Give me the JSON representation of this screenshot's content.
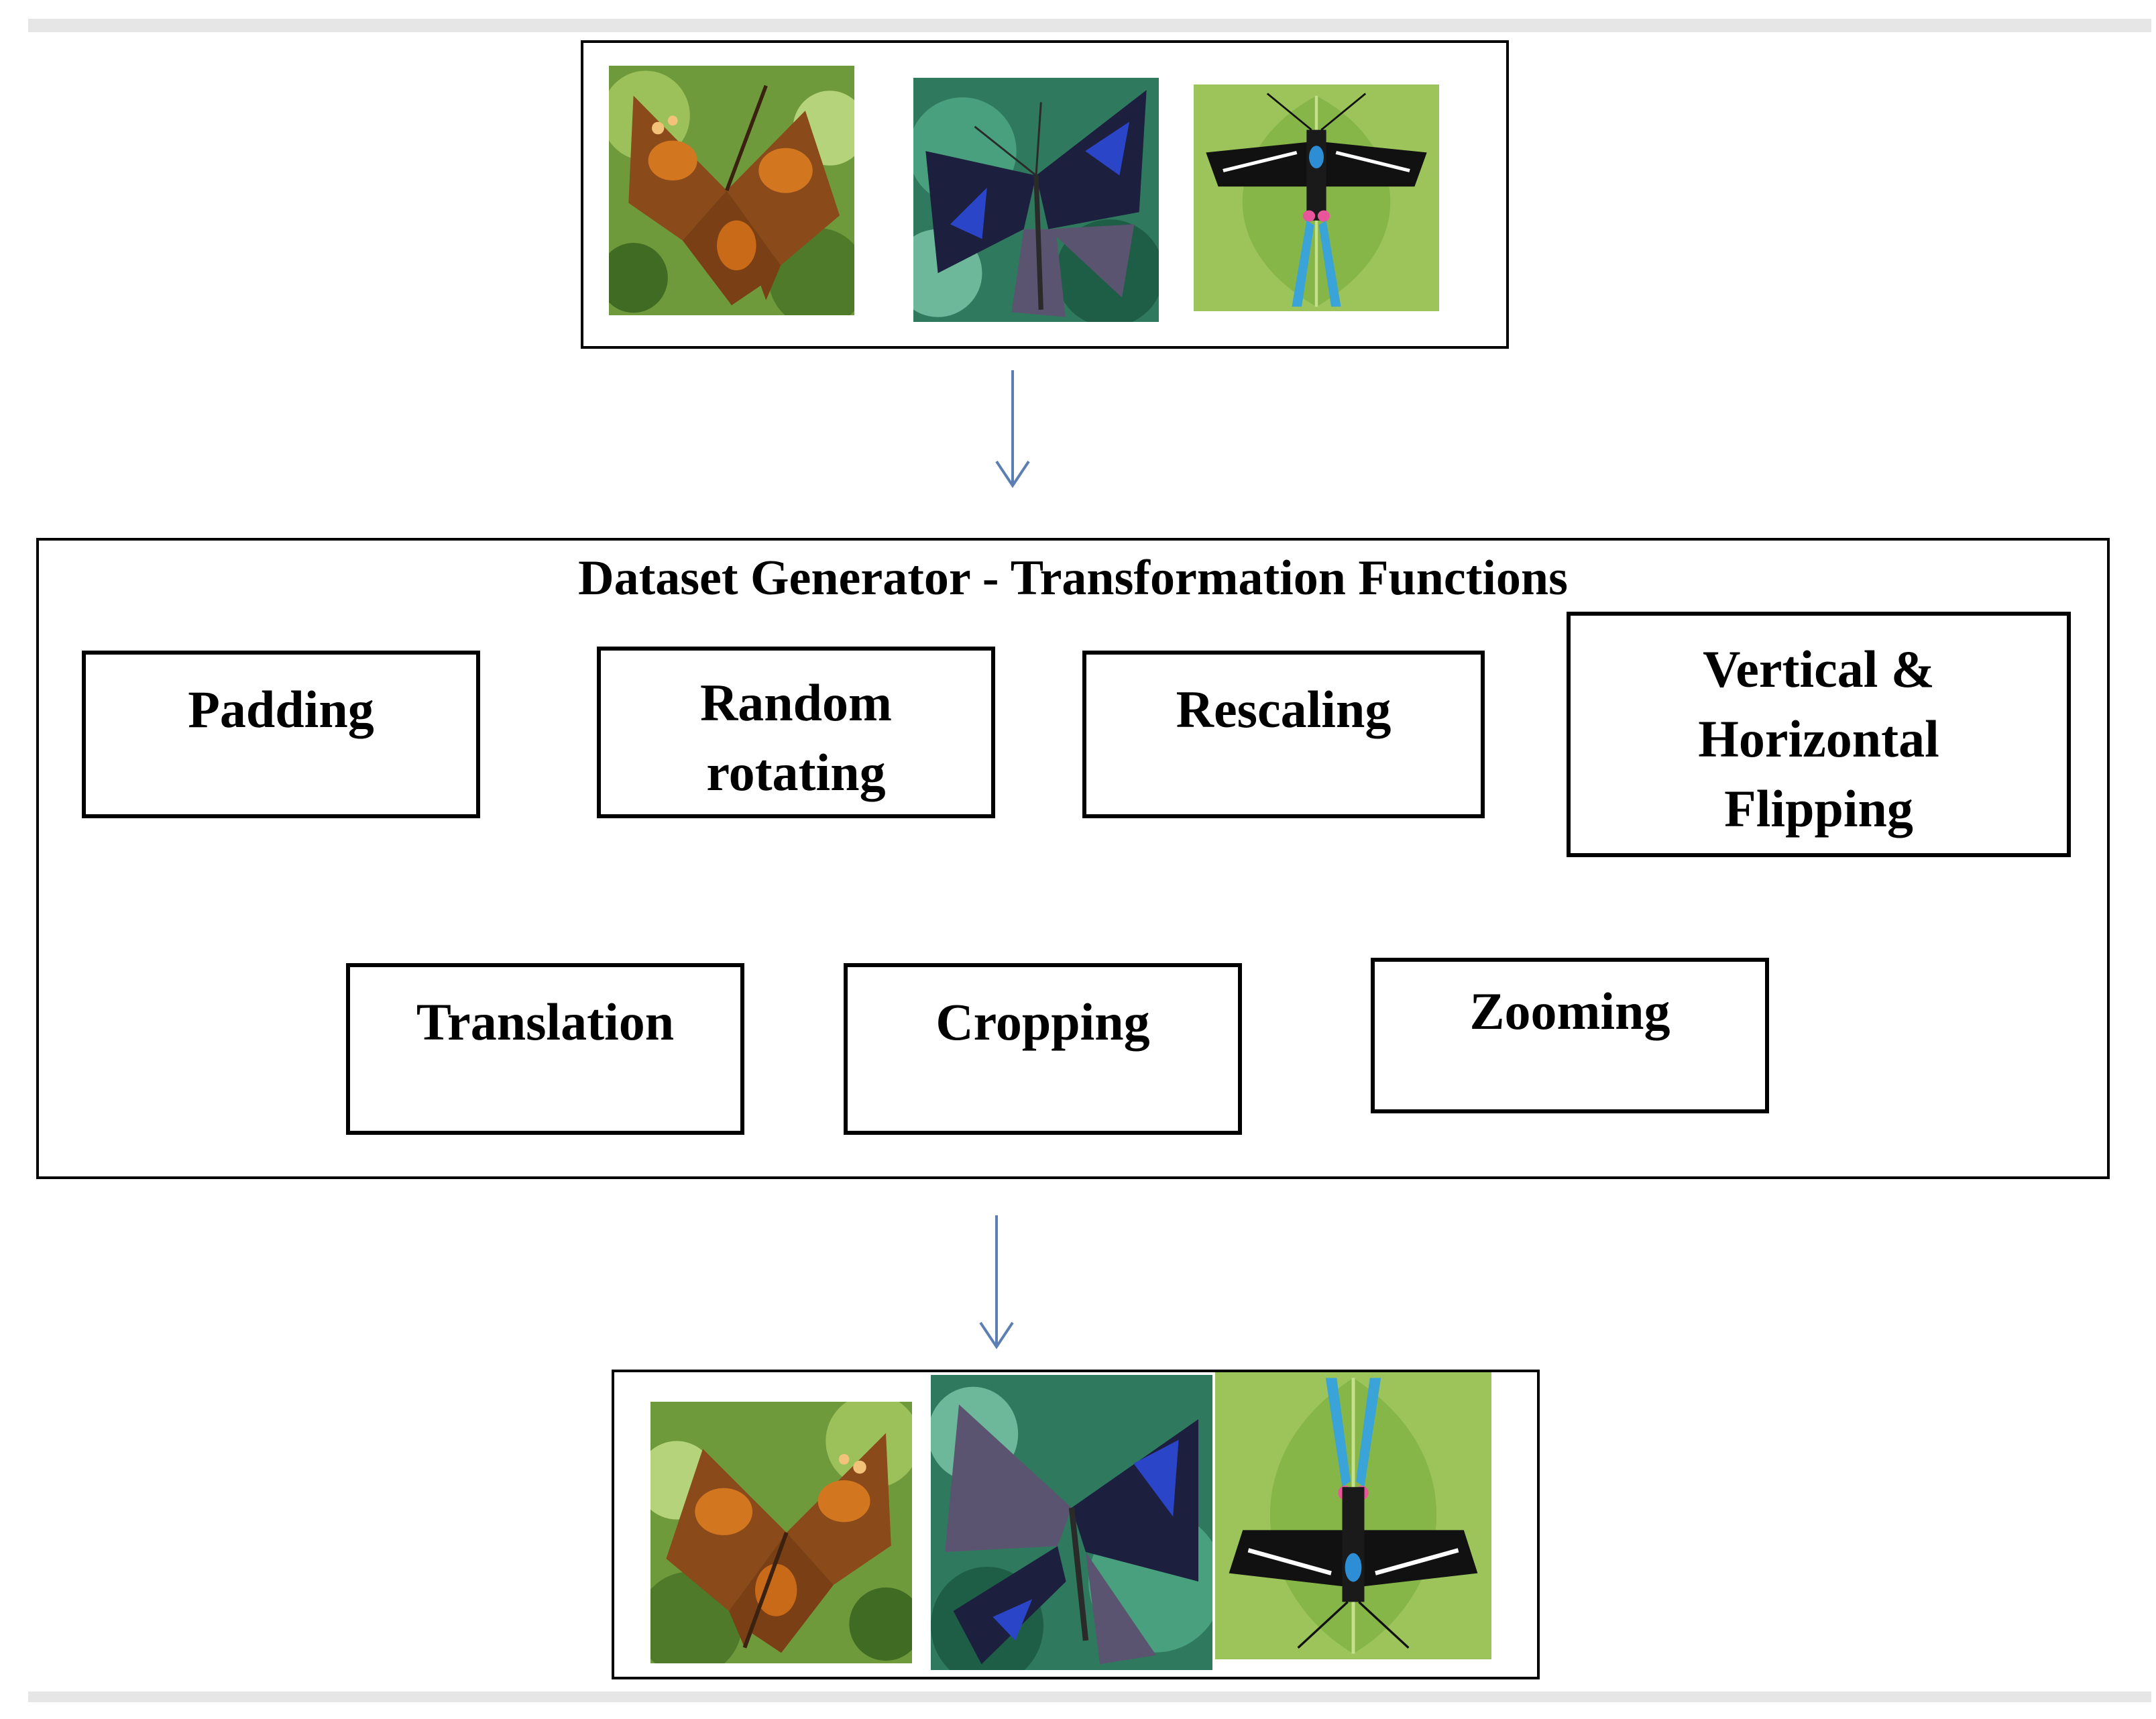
{
  "generator": {
    "title": "Dataset Generator - Transformation Functions",
    "functions": [
      {
        "label": "Padding"
      },
      {
        "label": "Random\nrotating"
      },
      {
        "label": "Rescaling"
      },
      {
        "label": "Vertical &\nHorizontal\nFlipping"
      },
      {
        "label": "Translation"
      },
      {
        "label": "Cropping"
      },
      {
        "label": "Zooming"
      }
    ]
  },
  "input_images": [
    {
      "subject": "orange-brown butterfly on leaves"
    },
    {
      "subject": "blue-black butterfly on green leaf"
    },
    {
      "subject": "black-white-blue moth on leaf"
    }
  ],
  "output_images": [
    {
      "subject": "orange-brown butterfly, flipped"
    },
    {
      "subject": "blue-black butterfly, zoomed"
    },
    {
      "subject": "black-white-blue moth, vertically flipped"
    }
  ],
  "colors": {
    "arrow": "#5b7fb3",
    "border": "#000000",
    "rule": "#e6e6e6"
  }
}
